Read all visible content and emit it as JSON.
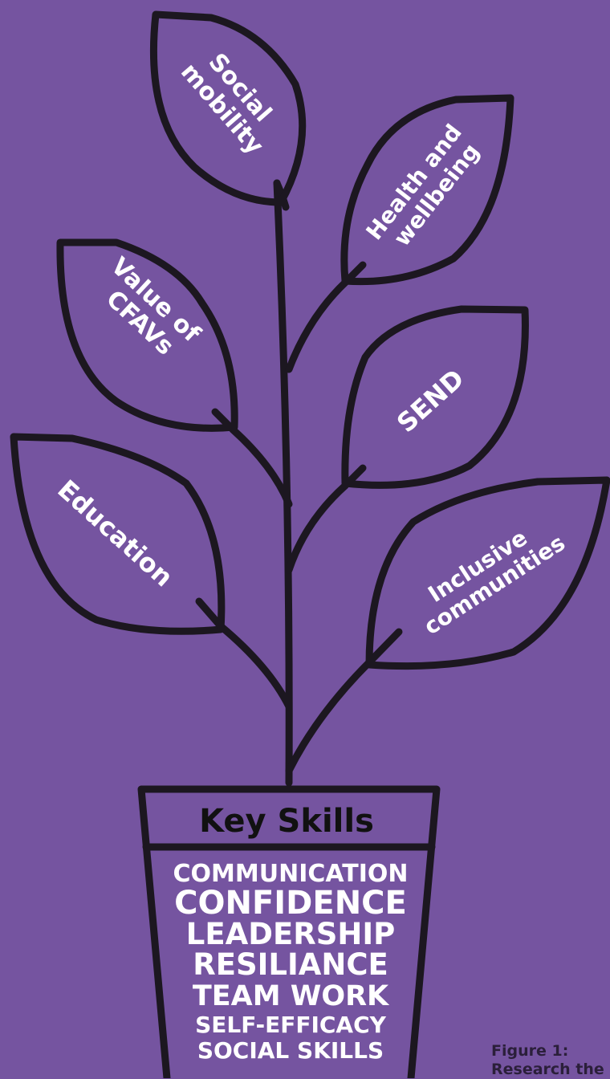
{
  "leaves": {
    "social_mobility": [
      "Social",
      "mobility"
    ],
    "health_wellbeing": [
      "Health and",
      "wellbeing"
    ],
    "value_cfavs": [
      "Value of",
      "CFAVs"
    ],
    "send": [
      "SEND"
    ],
    "education": [
      "Education"
    ],
    "inclusive_communities": [
      "Inclusive",
      "communities"
    ]
  },
  "pot": {
    "title": "Key Skills",
    "skills": [
      "COMMUNICATION",
      "CONFIDENCE",
      "LEADERSHIP",
      "RESILIANCE",
      "TEAM WORK",
      "SELF-EFFICACY",
      "SOCIAL SKILLS"
    ]
  },
  "caption": {
    "line1": "Figure 1:",
    "line2": "Research the"
  },
  "colors": {
    "background": "#7554a0",
    "outline": "#1c1720",
    "leaf_text": "#ffffff",
    "pot_title": "#111111"
  }
}
